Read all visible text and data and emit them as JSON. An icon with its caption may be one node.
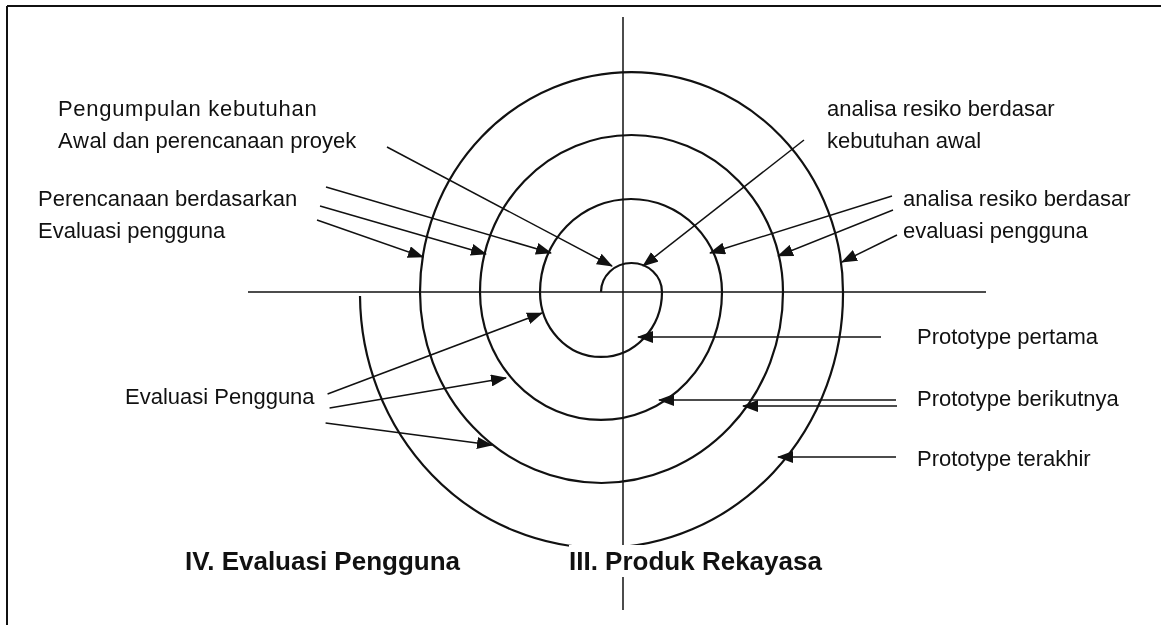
{
  "diagram": {
    "nodes": [
      {
        "text": [
          "Pengumpulan kebutuhan Awal dan perencanaan proyek"
        ]
      },
      {
        "text": [
          "Perencanaan berdasarkan Evaluasi pengguna"
        ]
      },
      {
        "text": [
          "analisa resiko berdasar kebutuhan awal"
        ]
      },
      {
        "text": [
          "analisa resiko berdasar evaluasi pengguna"
        ]
      },
      {
        "text": [
          "Evaluasi Pengguna"
        ]
      },
      {
        "text": [
          "Prototype pertama"
        ]
      },
      {
        "text": [
          "Prototype berikutnya"
        ]
      },
      {
        "text": [
          "Prototype terakhir"
        ]
      }
    ],
    "edges": [
      {
        "from": 0,
        "to": null,
        "arrow": "to"
      },
      {
        "from": 1,
        "to": null,
        "arrow": "to"
      },
      {
        "from": 1,
        "to": null,
        "arrow": "to"
      },
      {
        "from": 1,
        "to": null,
        "arrow": "to"
      },
      {
        "from": 2,
        "to": null,
        "arrow": "to"
      },
      {
        "from": 3,
        "to": null,
        "arrow": "to"
      },
      {
        "from": 3,
        "to": null,
        "arrow": "to"
      },
      {
        "from": 3,
        "to": null,
        "arrow": "to"
      },
      {
        "from": 4,
        "to": null,
        "arrow": "to"
      },
      {
        "from": 4,
        "to": null,
        "arrow": "to"
      },
      {
        "from": 4,
        "to": null,
        "arrow": "to"
      },
      {
        "from": 5,
        "to": null,
        "arrow": "to"
      },
      {
        "from": 6,
        "to": null,
        "arrow": "to"
      },
      {
        "from": 6,
        "to": null,
        "arrow": "to"
      },
      {
        "from": 7,
        "to": null,
        "arrow": "to"
      }
    ],
    "labels": [
      "IV. Evaluasi Pengguna",
      "III. Produk Rekayasa"
    ]
  }
}
